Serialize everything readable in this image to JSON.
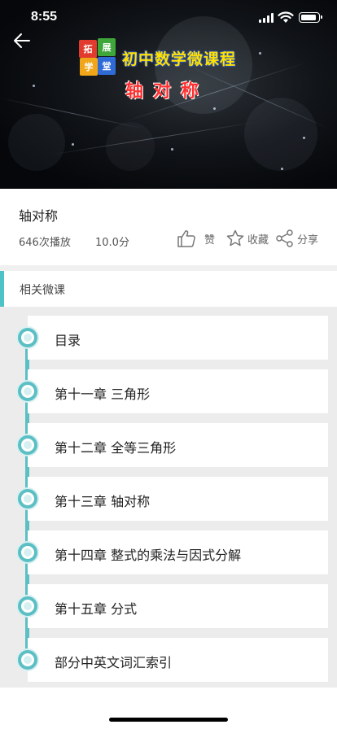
{
  "status": {
    "time": "8:55"
  },
  "banner": {
    "logo_chars": [
      "拓",
      "展",
      "学",
      "堂"
    ],
    "course_name": "初中数学微课程",
    "lesson_title": "轴对称"
  },
  "info": {
    "title": "轴对称",
    "plays": "646次播放",
    "score": "10.0分",
    "like_label": "赞",
    "favorite_label": "收藏",
    "share_label": "分享"
  },
  "related": {
    "header": "相关微课",
    "items": [
      {
        "label": "目录"
      },
      {
        "label": "第十一章 三角形"
      },
      {
        "label": "第十二章 全等三角形"
      },
      {
        "label": "第十三章 轴对称"
      },
      {
        "label": "第十四章 整式的乘法与因式分解"
      },
      {
        "label": "第十五章 分式"
      },
      {
        "label": "部分中英文词汇索引"
      }
    ]
  },
  "colors": {
    "accent": "#5bbfc4",
    "list_bg": "#ececec"
  },
  "icons": [
    "back-arrow-icon",
    "signal-icon",
    "wifi-icon",
    "battery-icon",
    "thumbs-up-icon",
    "star-icon",
    "share-icon"
  ]
}
